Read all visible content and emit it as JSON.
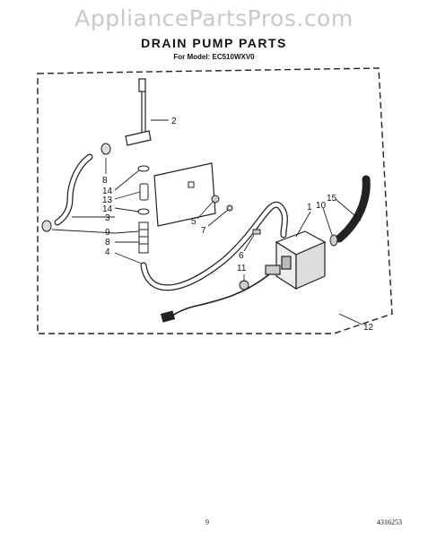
{
  "watermark": "AppliancePartsPros.com",
  "title": "DRAIN PUMP PARTS",
  "subtitle": "For Model: EC510WXV0",
  "page_number": "9",
  "document_number": "4316253",
  "callouts": {
    "c2": "2",
    "c8a": "8",
    "c14a": "14",
    "c13": "13",
    "c14b": "14",
    "c3": "3",
    "c9": "9",
    "c8b": "8",
    "c4": "4",
    "c5": "5",
    "c7": "7",
    "c1": "1",
    "c15": "15",
    "c10": "10",
    "c6": "6",
    "c11": "11",
    "c12": "12"
  }
}
